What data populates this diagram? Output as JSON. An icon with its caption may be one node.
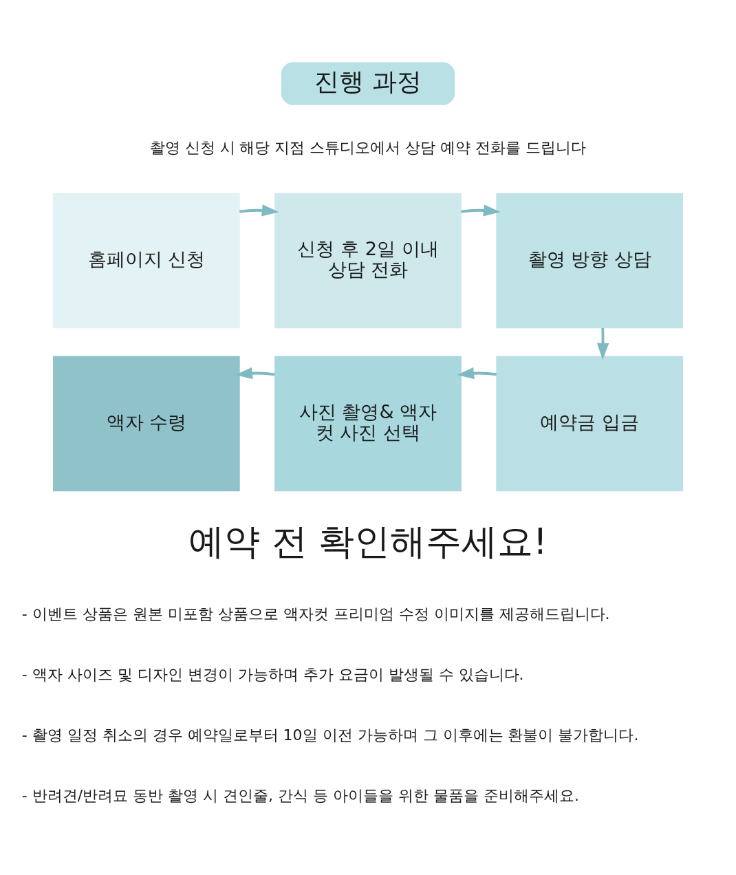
{
  "diagram": {
    "nodes": [
      {
        "text": [
          "진행 과정"
        ]
      },
      {
        "text": [
          "홈페이지 신청"
        ]
      },
      {
        "text": [
          "신청 후 2일 이내 상담 전화"
        ]
      },
      {
        "text": [
          "촬영 방향 상담"
        ]
      },
      {
        "text": [
          "액자 수령"
        ]
      },
      {
        "text": [
          "사진 촬영& 액자 컷 사진 선택"
        ]
      },
      {
        "text": [
          "예약금 입금"
        ]
      }
    ],
    "edges": [
      {
        "from": 1,
        "to": 2,
        "arrow": "to"
      },
      {
        "from": 2,
        "to": 3,
        "arrow": "to"
      },
      {
        "from": 3,
        "to": 6,
        "arrow": "to"
      },
      {
        "from": 6,
        "to": 5,
        "arrow": "to"
      },
      {
        "from": 5,
        "to": 4,
        "arrow": "to"
      }
    ],
    "labels": [
      "촬영 신청 시 해당 지점 스튜디오에서 상담 예약 전화를 드립니다",
      "예약 전 확인해주세요!",
      "- 이벤트 상품은 원본 미포함 상품으로 액자컷 프리미엄 수정 이미지를 제공해드립니다.",
      "- 액자 사이즈 및 디자인 변경이 가능하며 추가 요금이 발생될 수 있습니다.",
      "- 촬영 일정 취소의 경우 예약일로부터 10일 이전 가능하며 그 이후에는 환불이 불가합니다.",
      "- 반려견/반려묘 동반 촬영 시 견인줄, 간식 등 아이들을 위한 물품을 준비해주세요."
    ]
  }
}
